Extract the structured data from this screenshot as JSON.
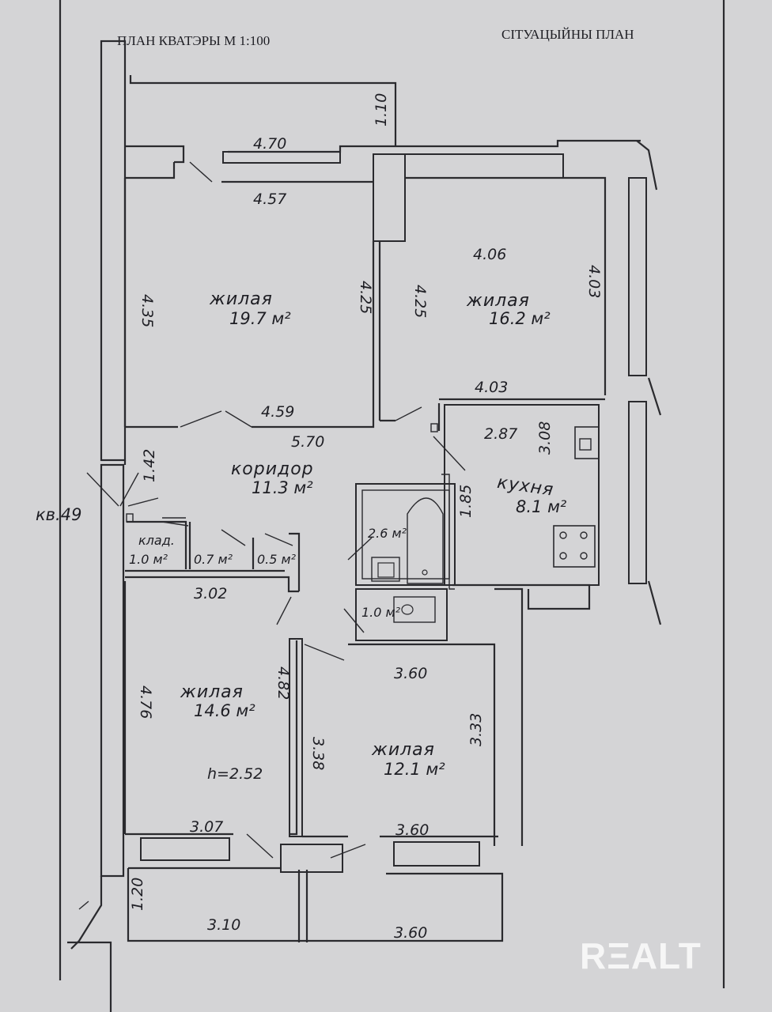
{
  "header": {
    "plan_title": "ПЛАН КВАТЭРЫ М 1:100",
    "situation_title": "СІТУАЦЫЙНЫ ПЛАН"
  },
  "apartment_label": "кв.49",
  "ceiling_height": "h=2.52",
  "rooms": {
    "living_1": {
      "name": "жилая",
      "area": "19.7 м²"
    },
    "living_2": {
      "name": "жилая",
      "area": "16.2 м²"
    },
    "corridor": {
      "name": "коридор",
      "area": "11.3 м²"
    },
    "kitchen": {
      "name": "кухня",
      "area": "8.1 м²"
    },
    "storage": {
      "name": "клад.",
      "area": "1.0 м²"
    },
    "closet_2": {
      "area": "0.7 м²"
    },
    "closet_3": {
      "area": "0.5 м²"
    },
    "bathroom": {
      "area": "2.6 м²"
    },
    "toilet": {
      "area": "1.0 м²"
    },
    "living_3": {
      "name": "жилая",
      "area": "14.6 м²"
    },
    "living_4": {
      "name": "жилая",
      "area": "12.1 м²"
    }
  },
  "dimensions": {
    "balcony_top_depth": "1.10",
    "balcony_top_width": "4.70",
    "room1_top": "4.57",
    "room1_left": "4.35",
    "room1_right": "4.25",
    "room1_bottom": "4.59",
    "room2_left": "4.25",
    "room2_top": "4.06",
    "room2_right": "4.03",
    "room2_bottom": "4.03",
    "corridor_len": "5.70",
    "corridor_h": "1.42",
    "kitchen_w": "2.87",
    "kitchen_h": "3.08",
    "kitchen_side": "1.85",
    "storage_w": "3.02",
    "room3_left": "4.76",
    "room3_right": "4.82",
    "room3_bottom": "3.07",
    "room4_top": "3.60",
    "room4_left": "3.38",
    "room4_right": "3.33",
    "room4_bottom": "3.60",
    "balcony_bottom_depth": "1.20",
    "balcony_bottom_left": "3.10",
    "balcony_bottom_right": "3.60"
  },
  "watermark": "RΞALT"
}
